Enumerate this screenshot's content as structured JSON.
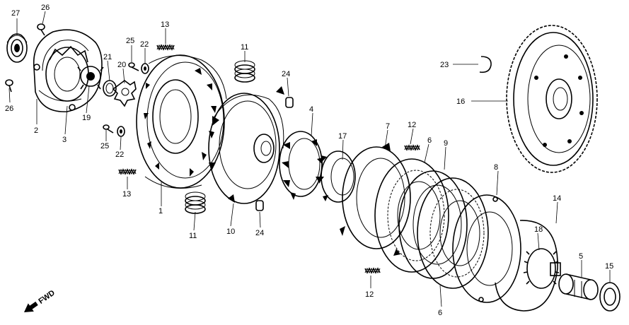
{
  "callouts": {
    "p1": "1",
    "p2": "2",
    "p3": "3",
    "p4": "4",
    "p5": "5",
    "p6a": "6",
    "p6b": "6",
    "p7": "7",
    "p8": "8",
    "p9": "9",
    "p10": "10",
    "p11a": "11",
    "p11b": "11",
    "p12a": "12",
    "p12b": "12",
    "p13a": "13",
    "p13b": "13",
    "p14": "14",
    "p15": "15",
    "p16": "16",
    "p17": "17",
    "p18": "18",
    "p19": "19",
    "p20": "20",
    "p21": "21",
    "p22a": "22",
    "p22b": "22",
    "p23": "23",
    "p24a": "24",
    "p24b": "24",
    "p25a": "25",
    "p25b": "25",
    "p26a": "26",
    "p26b": "26",
    "p27": "27"
  },
  "fwd_label": "FWD"
}
